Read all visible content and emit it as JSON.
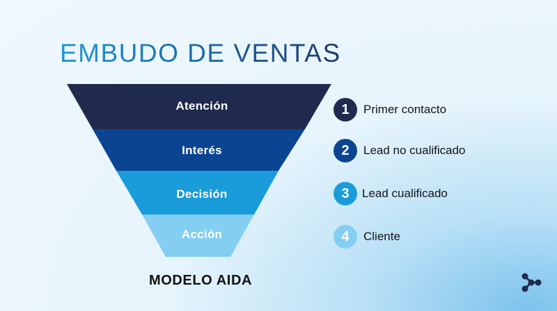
{
  "title": "EMBUDO DE VENTAS",
  "funnel": {
    "stages": [
      {
        "label": "Atención",
        "color": "#1f2a4e"
      },
      {
        "label": "Interés",
        "color": "#0b4591"
      },
      {
        "label": "Decisión",
        "color": "#1a9bda"
      },
      {
        "label": "Acción",
        "color": "#84cef2"
      }
    ],
    "model_label": "MODELO AIDA"
  },
  "steps": [
    {
      "number": "1",
      "text": "Primer contacto",
      "color": "#1f2a4e"
    },
    {
      "number": "2",
      "text": "Lead no cualificado",
      "color": "#0b4591"
    },
    {
      "number": "3",
      "text": "Lead cualificado",
      "color": "#1a9bda"
    },
    {
      "number": "4",
      "text": "Cliente",
      "color": "#84cef2"
    }
  ],
  "logo": {
    "icon": "brand-logo-icon",
    "color": "#1f2a4e"
  }
}
